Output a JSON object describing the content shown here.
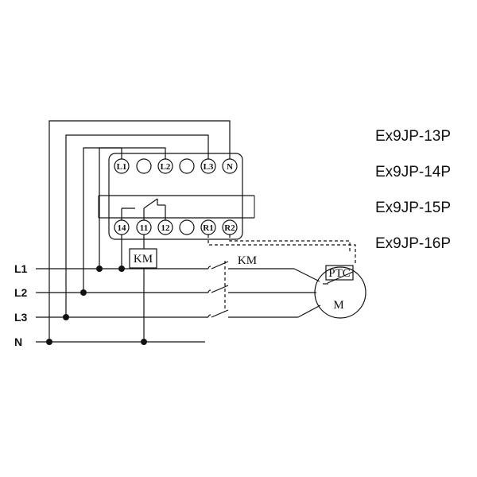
{
  "models": [
    "Ex9JP-13P",
    "Ex9JP-14P",
    "Ex9JP-15P",
    "Ex9JP-16P"
  ],
  "lines": {
    "l1": "L1",
    "l2": "L2",
    "l3": "L3",
    "n": "N"
  },
  "terminals_top": [
    "L1",
    "L2",
    "L3",
    "N"
  ],
  "terminals_bottom": [
    "14",
    "11",
    "12",
    "R1",
    "R2"
  ],
  "contactor_coil": "KM",
  "contactor_contacts": "KM",
  "motor": {
    "symbol": "M",
    "sensor": "PTC"
  },
  "colors": {
    "line": "#111111",
    "background": "#ffffff"
  }
}
